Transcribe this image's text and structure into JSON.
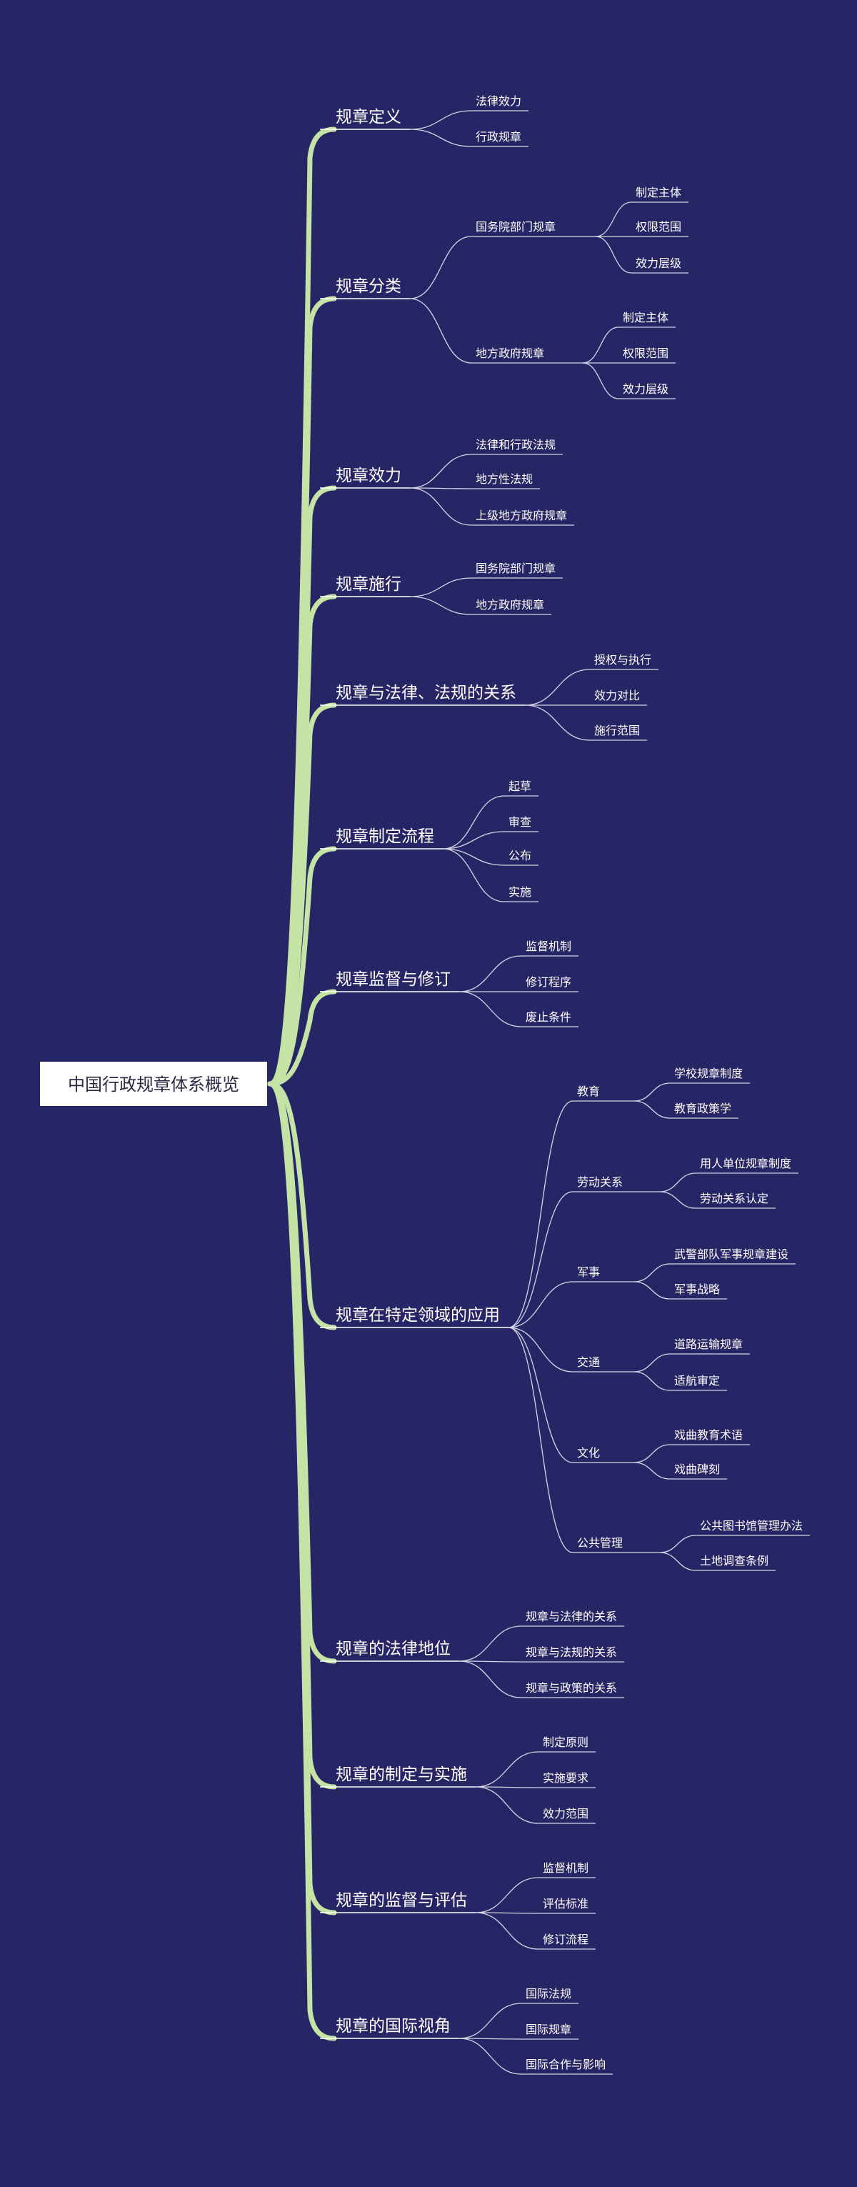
{
  "root": "中国行政规章体系概览",
  "colors": {
    "background": "#262667",
    "trunk": "#c6e3a6",
    "node_box": "#ffffff",
    "text": "#ffffff"
  },
  "branches": [
    {
      "label": "规章定义",
      "children": [
        {
          "label": "法律效力"
        },
        {
          "label": "行政规章"
        }
      ]
    },
    {
      "label": "规章分类",
      "children": [
        {
          "label": "国务院部门规章",
          "children": [
            {
              "label": "制定主体"
            },
            {
              "label": "权限范围"
            },
            {
              "label": "效力层级"
            }
          ]
        },
        {
          "label": "地方政府规章",
          "children": [
            {
              "label": "制定主体"
            },
            {
              "label": "权限范围"
            },
            {
              "label": "效力层级"
            }
          ]
        }
      ]
    },
    {
      "label": "规章效力",
      "children": [
        {
          "label": "法律和行政法规"
        },
        {
          "label": "地方性法规"
        },
        {
          "label": "上级地方政府规章"
        }
      ]
    },
    {
      "label": "规章施行",
      "children": [
        {
          "label": "国务院部门规章"
        },
        {
          "label": "地方政府规章"
        }
      ]
    },
    {
      "label": "规章与法律、法规的关系",
      "children": [
        {
          "label": "授权与执行"
        },
        {
          "label": "效力对比"
        },
        {
          "label": "施行范围"
        }
      ]
    },
    {
      "label": "规章制定流程",
      "children": [
        {
          "label": "起草"
        },
        {
          "label": "审查"
        },
        {
          "label": "公布"
        },
        {
          "label": "实施"
        }
      ]
    },
    {
      "label": "规章监督与修订",
      "children": [
        {
          "label": "监督机制"
        },
        {
          "label": "修订程序"
        },
        {
          "label": "废止条件"
        }
      ]
    },
    {
      "label": "规章在特定领域的应用",
      "children": [
        {
          "label": "教育",
          "children": [
            {
              "label": "学校规章制度"
            },
            {
              "label": "教育政策学"
            }
          ]
        },
        {
          "label": "劳动关系",
          "children": [
            {
              "label": "用人单位规章制度"
            },
            {
              "label": "劳动关系认定"
            }
          ]
        },
        {
          "label": "军事",
          "children": [
            {
              "label": "武警部队军事规章建设"
            },
            {
              "label": "军事战略"
            }
          ]
        },
        {
          "label": "交通",
          "children": [
            {
              "label": "道路运输规章"
            },
            {
              "label": "适航审定"
            }
          ]
        },
        {
          "label": "文化",
          "children": [
            {
              "label": "戏曲教育术语"
            },
            {
              "label": "戏曲碑刻"
            }
          ]
        },
        {
          "label": "公共管理",
          "children": [
            {
              "label": "公共图书馆管理办法"
            },
            {
              "label": "土地调查条例"
            }
          ]
        }
      ]
    },
    {
      "label": "规章的法律地位",
      "children": [
        {
          "label": "规章与法律的关系"
        },
        {
          "label": "规章与法规的关系"
        },
        {
          "label": "规章与政策的关系"
        }
      ]
    },
    {
      "label": "规章的制定与实施",
      "children": [
        {
          "label": "制定原则"
        },
        {
          "label": "实施要求"
        },
        {
          "label": "效力范围"
        }
      ]
    },
    {
      "label": "规章的监督与评估",
      "children": [
        {
          "label": "监督机制"
        },
        {
          "label": "评估标准"
        },
        {
          "label": "修订流程"
        }
      ]
    },
    {
      "label": "规章的国际视角",
      "children": [
        {
          "label": "国际法规"
        },
        {
          "label": "国际规章"
        },
        {
          "label": "国际合作与影响"
        }
      ]
    }
  ]
}
